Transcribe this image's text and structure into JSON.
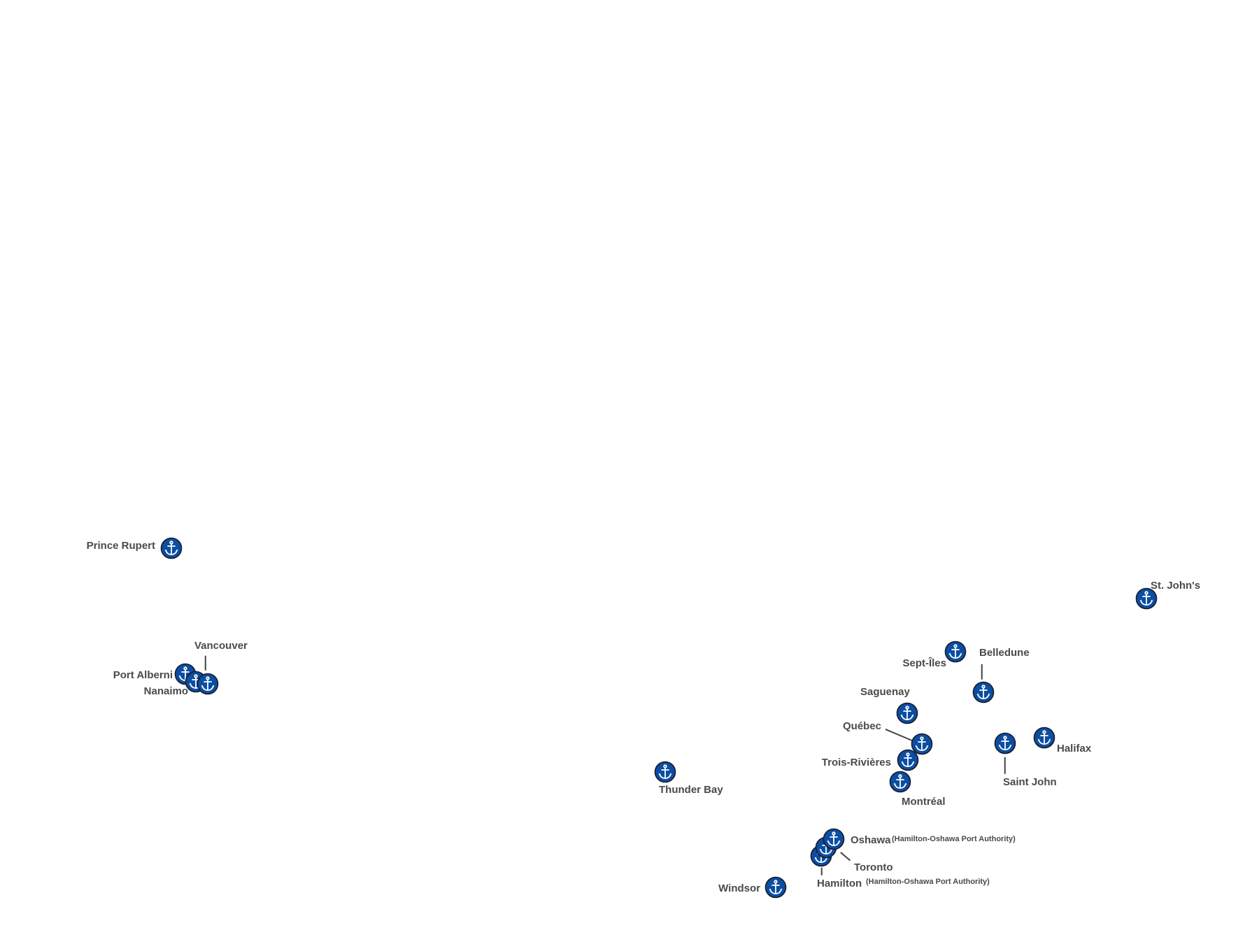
{
  "map": {
    "ports": [
      {
        "name": "Prince Rupert"
      },
      {
        "name": "Port Alberni"
      },
      {
        "name": "Nanaimo"
      },
      {
        "name": "Vancouver"
      },
      {
        "name": "St. John's"
      },
      {
        "name": "Sept-Îles"
      },
      {
        "name": "Belledune"
      },
      {
        "name": "Saguenay"
      },
      {
        "name": "Québec"
      },
      {
        "name": "Trois-Rivières"
      },
      {
        "name": "Montréal"
      },
      {
        "name": "Saint John"
      },
      {
        "name": "Halifax"
      },
      {
        "name": "Thunder Bay"
      },
      {
        "name": "Hamilton",
        "authority": "(Hamilton-Oshawa Port Authority)"
      },
      {
        "name": "Toronto"
      },
      {
        "name": "Oshawa",
        "authority": "(Hamilton-Oshawa Port Authority)"
      },
      {
        "name": "Windsor"
      }
    ],
    "marker_icon": "anchor-icon",
    "colors": {
      "marker_fill": "#0b4ea2",
      "marker_stroke": "#1a1a2a",
      "label": "#4a4a4a"
    }
  }
}
